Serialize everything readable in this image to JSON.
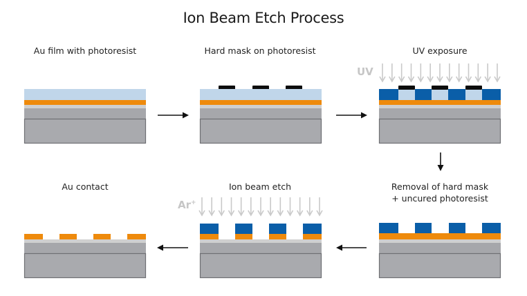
{
  "title": "Ion Beam Etch Process",
  "colors": {
    "photoresist": "#c0d6ea",
    "cured_photoresist": "#0a5ea8",
    "gold": "#ee8a0c",
    "adhesion": "#cfcfcf",
    "layer_gray": "#a6a7ab",
    "substrate": "#a9aaae",
    "substrate_border": "#6e6f73",
    "hard_mask": "#0d0d0d",
    "beam_arrow": "#c9c9c9",
    "flow_arrow": "#111111"
  },
  "steps": [
    {
      "id": "au-film",
      "label": "Au film with photoresist"
    },
    {
      "id": "hard-mask",
      "label": "Hard mask on photoresist"
    },
    {
      "id": "uv-exposure",
      "label": "UV exposure",
      "beam_label": "UV",
      "beam_arrows": 13
    },
    {
      "id": "removal",
      "label_line1": "Removal of hard mask",
      "label_line2": "+ uncured photoresist"
    },
    {
      "id": "ion-beam-etch",
      "label": "Ion beam etch",
      "beam_label": "Ar",
      "beam_label_sup": "+",
      "beam_arrows": 13
    },
    {
      "id": "au-contact",
      "label": "Au contact"
    }
  ],
  "flow": [
    "au-film",
    "hard-mask",
    "uv-exposure",
    "removal",
    "ion-beam-etch",
    "au-contact"
  ]
}
